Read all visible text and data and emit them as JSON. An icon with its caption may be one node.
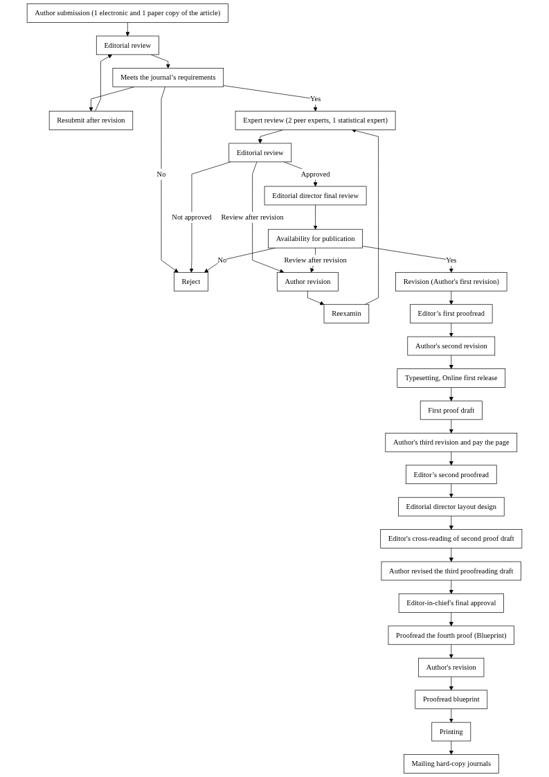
{
  "diagram": {
    "nodes": [
      {
        "text": [
          "Author submission (1 electronic and 1 paper copy of the article)"
        ]
      },
      {
        "text": [
          "Editorial review"
        ]
      },
      {
        "text": [
          "Resubmit after revision"
        ]
      },
      {
        "text": [
          "Meets the journal’s requirements"
        ]
      },
      {
        "text": [
          "Reject"
        ]
      },
      {
        "text": [
          "Reexamin"
        ]
      },
      {
        "text": [
          "Expert review (2 peer experts, 1 statistical expert)"
        ]
      },
      {
        "text": [
          "Author revision"
        ]
      },
      {
        "text": [
          "Editorial review"
        ]
      },
      {
        "text": [
          "Editorial director final review"
        ]
      },
      {
        "text": [
          "Availability for publication"
        ]
      },
      {
        "text": [
          "Revision (Author's first revision)"
        ]
      },
      {
        "text": [
          "Editor’s first proofread"
        ]
      },
      {
        "text": [
          "Author's second revision"
        ]
      },
      {
        "text": [
          "Typesetting, Online first release"
        ]
      },
      {
        "text": [
          "First proof draft"
        ]
      },
      {
        "text": [
          "Author's third revision and pay the page"
        ]
      },
      {
        "text": [
          "Editor’s second proofread"
        ]
      },
      {
        "text": [
          "Editorial director layout design"
        ]
      },
      {
        "text": [
          "Editor's cross-reading of second proof draft"
        ]
      },
      {
        "text": [
          "Author revised the third proofreading draft"
        ]
      },
      {
        "text": [
          "Editor-in-chief's final approval"
        ]
      },
      {
        "text": [
          "Proofread the fourth proof (Blueprint)"
        ]
      },
      {
        "text": [
          "Author's revision"
        ]
      },
      {
        "text": [
          "Proofread blueprint"
        ]
      },
      {
        "text": [
          "Printing"
        ]
      },
      {
        "text": [
          "Mailing hard-copy journals"
        ]
      }
    ],
    "edges": [
      {
        "from": 0,
        "to": 1,
        "arrow": "to"
      },
      {
        "from": 2,
        "to": 1,
        "arrow": "to"
      },
      {
        "from": 1,
        "to": 3,
        "arrow": "to"
      },
      {
        "from": 3,
        "to": 4,
        "arrow": "to",
        "label": "No"
      },
      {
        "from": 3,
        "to": 2,
        "arrow": "to"
      },
      {
        "from": 3,
        "to": 6,
        "arrow": "to",
        "label": "Yes"
      },
      {
        "from": 5,
        "to": 6,
        "arrow": "to"
      },
      {
        "from": 7,
        "to": 5,
        "arrow": "to"
      },
      {
        "from": 6,
        "to": 8,
        "arrow": "to"
      },
      {
        "from": 8,
        "to": 7,
        "arrow": "to",
        "label": "Review after revision"
      },
      {
        "from": 8,
        "to": 4,
        "arrow": "to",
        "label": "Not approved"
      },
      {
        "from": 8,
        "to": 9,
        "arrow": "to",
        "label": "Approved"
      },
      {
        "from": 9,
        "to": 10,
        "arrow": "to"
      },
      {
        "from": 10,
        "to": 7,
        "arrow": "to",
        "label": "Review after revision"
      },
      {
        "from": 10,
        "to": 4,
        "arrow": "to",
        "label": "No"
      },
      {
        "from": 10,
        "to": 11,
        "arrow": "to",
        "label": "Yes"
      },
      {
        "from": 11,
        "to": 12,
        "arrow": "to"
      },
      {
        "from": 12,
        "to": 13,
        "arrow": "to"
      },
      {
        "from": 13,
        "to": 14,
        "arrow": "to"
      },
      {
        "from": 14,
        "to": 15,
        "arrow": "to"
      },
      {
        "from": 15,
        "to": 16,
        "arrow": "to"
      },
      {
        "from": 16,
        "to": 17,
        "arrow": "to"
      },
      {
        "from": 17,
        "to": 18,
        "arrow": "to"
      },
      {
        "from": 18,
        "to": 19,
        "arrow": "to"
      },
      {
        "from": 19,
        "to": 20,
        "arrow": "to"
      },
      {
        "from": 20,
        "to": 21,
        "arrow": "to"
      },
      {
        "from": 21,
        "to": 22,
        "arrow": "to"
      },
      {
        "from": 22,
        "to": 23,
        "arrow": "to"
      },
      {
        "from": 23,
        "to": 24,
        "arrow": "to"
      },
      {
        "from": 24,
        "to": 25,
        "arrow": "to"
      },
      {
        "from": 25,
        "to": 26,
        "arrow": "to"
      }
    ]
  }
}
